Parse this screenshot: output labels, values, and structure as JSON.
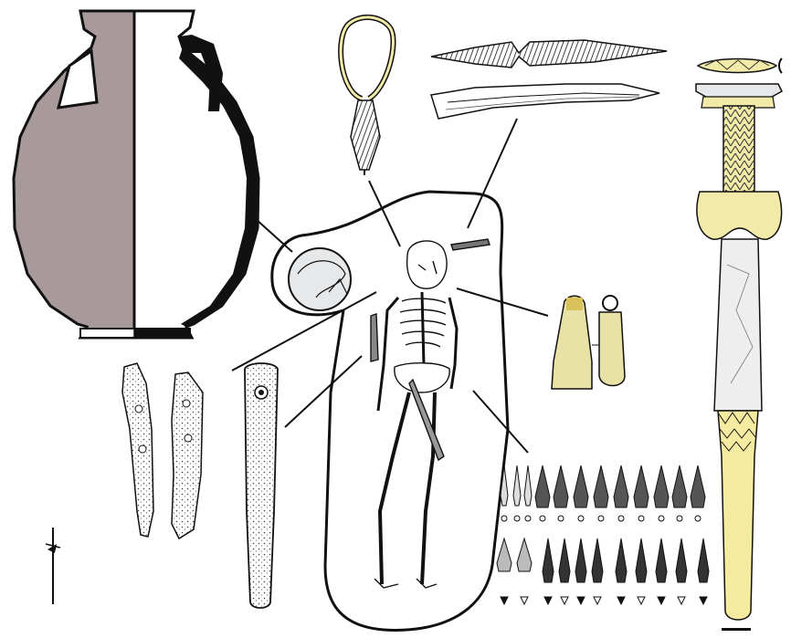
{
  "figure": {
    "artifacts": [
      "amphora",
      "torque-pendant",
      "iron-knife",
      "bronze-dagger",
      "grave-skeleton",
      "bone-plaques",
      "whetstone",
      "whetstones-pair",
      "arrowheads"
    ],
    "colors": {
      "ink": "#111111",
      "amphora_fill": "#a89a9a",
      "gold": "#f1eaa8",
      "gold_dark": "#d9c25c",
      "bone": "#e6e8ea"
    }
  }
}
